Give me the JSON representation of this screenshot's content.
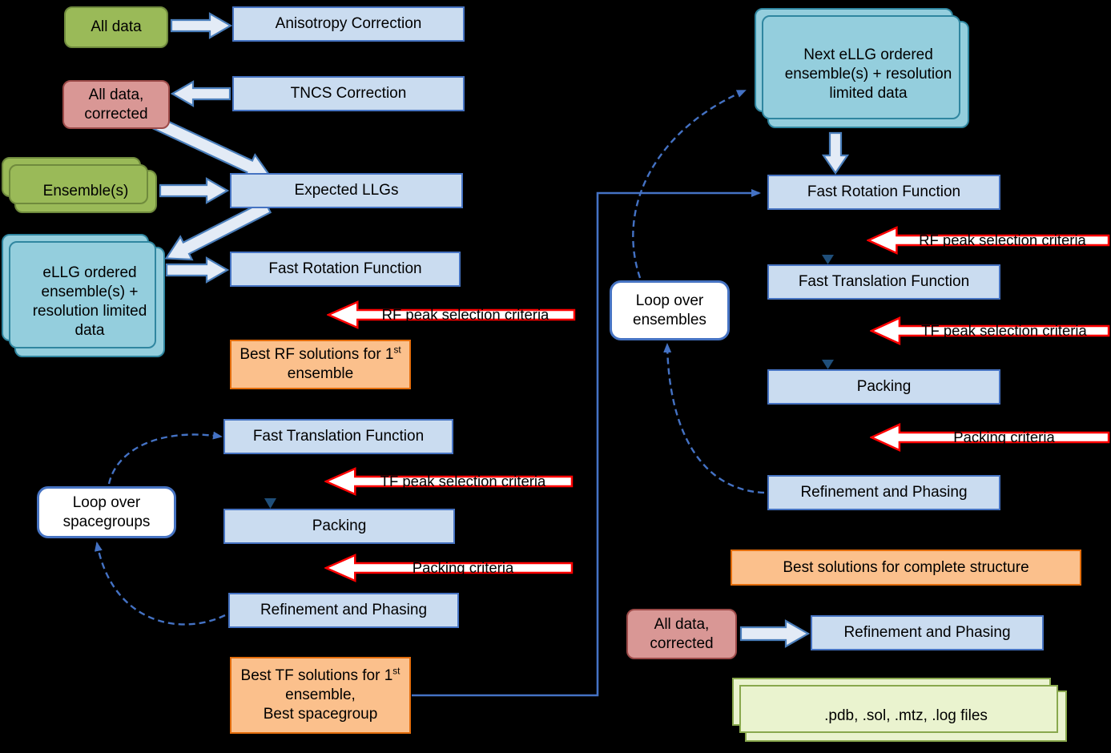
{
  "nodes": {
    "all_data": {
      "label": "All data"
    },
    "anisotropy": {
      "label": "Anisotropy Correction"
    },
    "tncs": {
      "label": "TNCS Correction"
    },
    "all_data_corrected": {
      "label": "All data,\ncorrected"
    },
    "ensembles": {
      "label": "Ensemble(s)"
    },
    "expected_llgs": {
      "label": "Expected LLGs"
    },
    "ellg_ordered": {
      "label": "eLLG ordered ensemble(s) + resolution limited data"
    },
    "fast_rotation_left": {
      "label": "Fast Rotation Function"
    },
    "rf_criteria_left": {
      "label": "RF peak selection criteria"
    },
    "best_rf": {
      "pre": "Best RF solutions for 1",
      "sup": "st",
      "post": " ensemble"
    },
    "fast_translation_left": {
      "label": "Fast Translation Function"
    },
    "tf_criteria_left": {
      "label": "TF peak selection criteria"
    },
    "packing_left": {
      "label": "Packing"
    },
    "packing_criteria_left": {
      "label": "Packing criteria"
    },
    "refinement_left": {
      "label": "Refinement and Phasing"
    },
    "loop_spacegroups": {
      "label": "Loop over spacegroups"
    },
    "best_tf": {
      "pre": "Best TF solutions for 1",
      "sup": "st",
      "post": " ensemble,",
      "line2": "Best spacegroup"
    },
    "next_ellg": {
      "label": "Next eLLG ordered ensemble(s) + resolution limited data"
    },
    "fast_rotation_right": {
      "label": "Fast Rotation Function"
    },
    "rf_criteria_right": {
      "label": "RF peak selection criteria"
    },
    "fast_translation_right": {
      "label": "Fast Translation Function"
    },
    "tf_criteria_right": {
      "label": "TF peak selection criteria"
    },
    "packing_right": {
      "label": "Packing"
    },
    "packing_criteria_right": {
      "label": "Packing criteria"
    },
    "refinement_right": {
      "label": "Refinement and Phasing"
    },
    "loop_ensembles": {
      "label": "Loop over ensembles"
    },
    "best_solutions": {
      "label": "Best solutions for complete structure"
    },
    "all_data_corrected_final": {
      "label": "All data,\ncorrected"
    },
    "refinement_final": {
      "label": "Refinement and Phasing"
    },
    "output_files": {
      "label": ".pdb, .sol, .mtz, .log files"
    }
  },
  "colors": {
    "process_fill": "#cadcf0",
    "process_border": "#4673c2",
    "data_fill": "#9aba58",
    "data_border": "#6f8a3d",
    "corrected_fill": "#d99795",
    "corrected_border": "#9c4a48",
    "ensemble_fill": "#94cedd",
    "ensemble_border": "#3086a0",
    "result_fill": "#fbc08c",
    "result_border": "#e36d0c",
    "files_fill": "#eaf3cf",
    "files_border": "#89a84d",
    "criteria_border": "#ff0000",
    "connector": "#4472c4",
    "background": "#000000"
  }
}
